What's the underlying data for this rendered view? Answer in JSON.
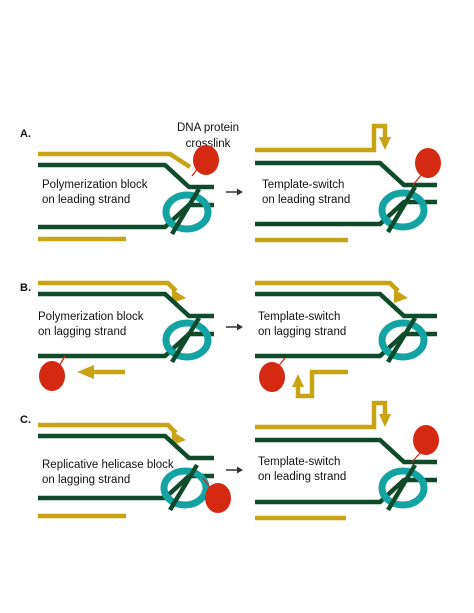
{
  "colors": {
    "gold": "#C8A414",
    "green": "#0F4A2A",
    "teal": "#14A3A3",
    "red": "#D42A12",
    "arrow": "#333333"
  },
  "panels": [
    {
      "id": "A",
      "label": "A.",
      "left_text": [
        "Polymerization block",
        "on leading strand"
      ],
      "right_text": [
        "Template-switch",
        "on leading strand"
      ],
      "crosslink_label": [
        "DNA protein",
        "crosslink"
      ]
    },
    {
      "id": "B",
      "label": "B.",
      "left_text": [
        "Polymerization block",
        "on lagging strand"
      ],
      "right_text": [
        "Template-switch",
        "on lagging strand"
      ]
    },
    {
      "id": "C",
      "label": "C.",
      "left_text": [
        "Replicative helicase block",
        "on lagging strand"
      ],
      "right_text": [
        "Template-switch",
        "on leading strand"
      ]
    }
  ]
}
